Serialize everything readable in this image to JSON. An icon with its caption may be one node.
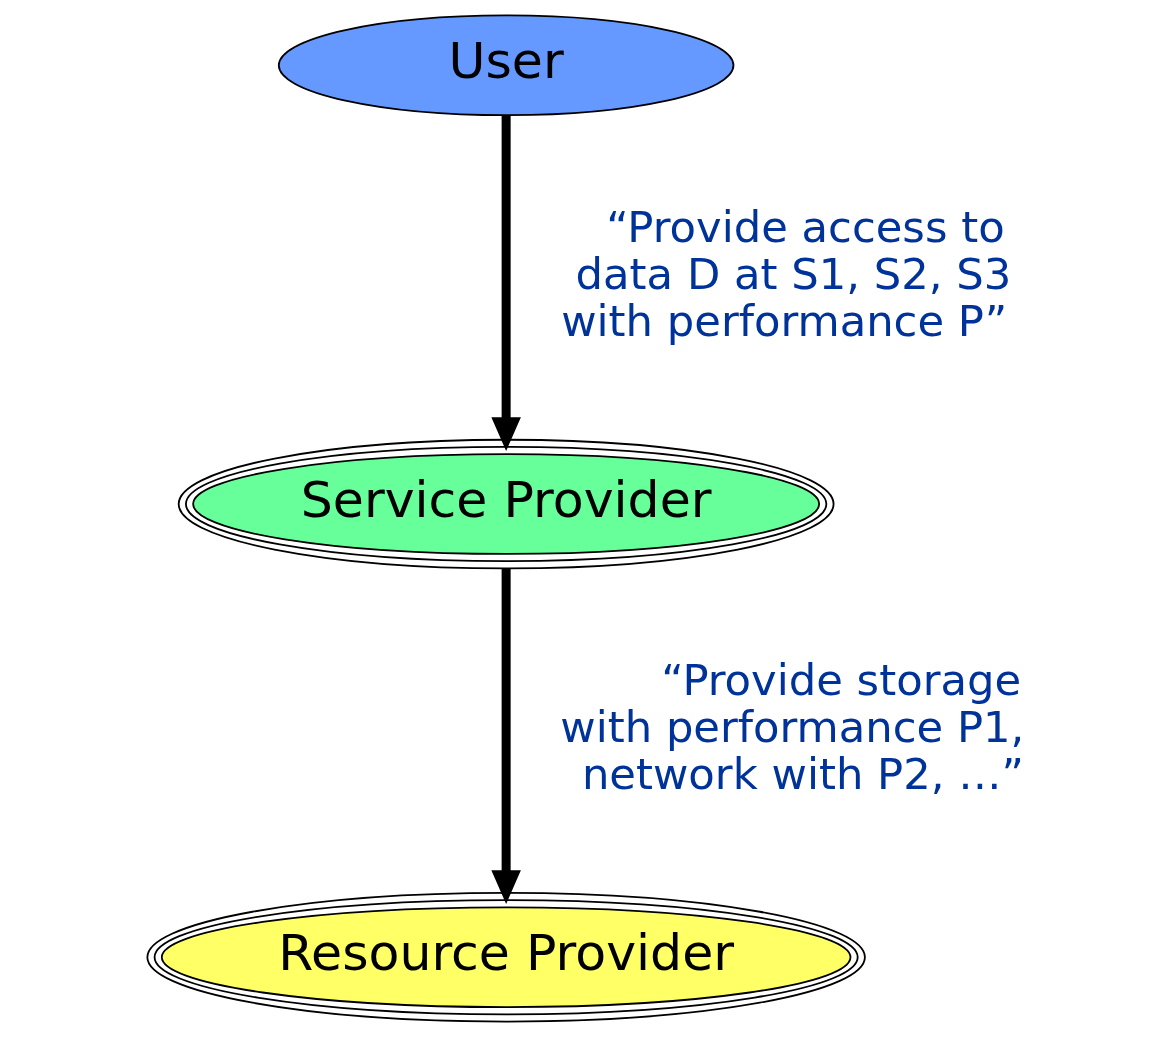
{
  "diagram": {
    "nodes": [
      {
        "text": [
          "User"
        ]
      },
      {
        "text": [
          "Service Provider"
        ]
      },
      {
        "text": [
          "Resource Provider"
        ]
      }
    ],
    "edges": [
      {
        "from": 0,
        "to": 1,
        "arrow": "to",
        "label": "“Provide access to data D at S1, S2, S3 with performance P”"
      },
      {
        "from": 1,
        "to": 2,
        "arrow": "to",
        "label": "“Provide storage with performance P1, network with P2, …”"
      }
    ]
  }
}
